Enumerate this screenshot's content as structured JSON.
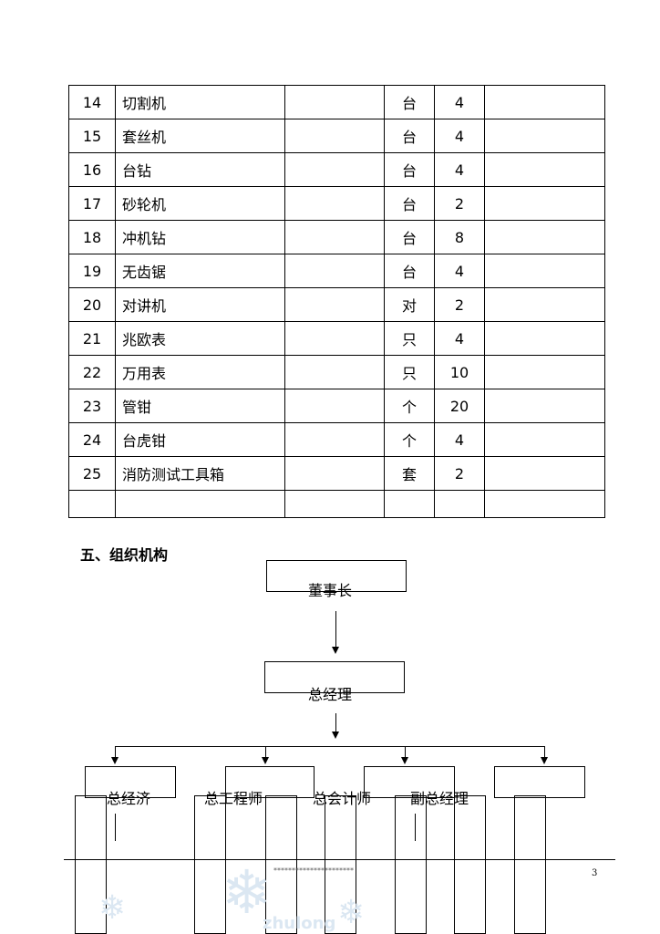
{
  "equipment_table": {
    "rows": [
      {
        "no": "14",
        "name": "切割机",
        "unit": "台",
        "qty": "4"
      },
      {
        "no": "15",
        "name": "套丝机",
        "unit": "台",
        "qty": "4"
      },
      {
        "no": "16",
        "name": "台钻",
        "unit": "台",
        "qty": "4"
      },
      {
        "no": "17",
        "name": "砂轮机",
        "unit": "台",
        "qty": "2"
      },
      {
        "no": "18",
        "name": "冲机钻",
        "unit": "台",
        "qty": "8"
      },
      {
        "no": "19",
        "name": "无齿锯",
        "unit": "台",
        "qty": "4"
      },
      {
        "no": "20",
        "name": "对讲机",
        "unit": "对",
        "qty": "2"
      },
      {
        "no": "21",
        "name": "兆欧表",
        "unit": "只",
        "qty": "4"
      },
      {
        "no": "22",
        "name": "万用表",
        "unit": "只",
        "qty": "10"
      },
      {
        "no": "23",
        "name": "管钳",
        "unit": "个",
        "qty": "20"
      },
      {
        "no": "24",
        "name": "台虎钳",
        "unit": "个",
        "qty": "4"
      },
      {
        "no": "25",
        "name": "消防测试工具箱",
        "unit": "套",
        "qty": "2"
      }
    ]
  },
  "section": {
    "title": "五、组织机构"
  },
  "org_chart": {
    "chairman": "董事长",
    "general_manager": "总经理",
    "departments": [
      "总经济",
      "总工程师",
      "总会计师",
      "副总经理"
    ]
  },
  "footer": {
    "stars": "**********************",
    "page_number": "3"
  },
  "watermark": {
    "text": "zhulong"
  }
}
